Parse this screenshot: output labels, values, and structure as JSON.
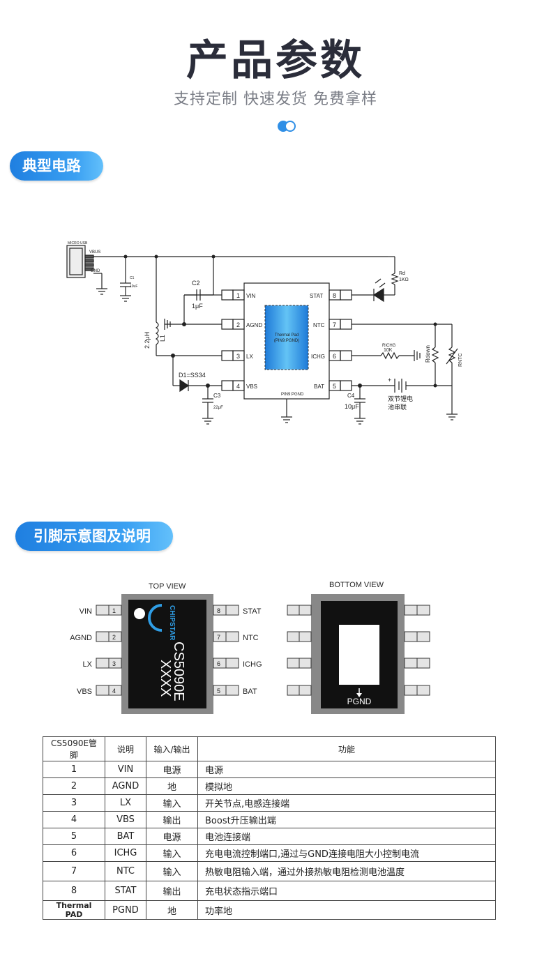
{
  "header": {
    "title": "产品参数",
    "subtitle": "支持定制 快速发货 免费拿样"
  },
  "sections": {
    "circuit": "典型电路",
    "pinout": "引脚示意图及说明"
  },
  "circuit": {
    "usb_label": "MICRO USB",
    "vbus": "VBUS",
    "gnd": "GND",
    "c1": "C1",
    "c1_val": "10uF",
    "c2": "C2",
    "c2_val": "1μF",
    "l1_val": "2.2μH",
    "l1": "L1",
    "d1": "D1=SS34",
    "c3": "C3",
    "c3_val": "22μF",
    "c4": "C4",
    "c4_val": "10μF",
    "rd": "Rd",
    "rd_val": "1KΩ",
    "richg": "RICHG",
    "richg_val": "10K",
    "rdown": "Rdown",
    "rntc": "RNTC",
    "battery_line1": "双节锂电",
    "battery_line2": "池串联",
    "thermal_line1": "Thermal Pad",
    "thermal_line2": "(PIN9:PGND)",
    "pin9": "PIN9:PGND",
    "pins": [
      {
        "num": "1",
        "name": "VIN"
      },
      {
        "num": "2",
        "name": "AGND"
      },
      {
        "num": "3",
        "name": "LX"
      },
      {
        "num": "4",
        "name": "VBS"
      },
      {
        "num": "8",
        "name": "STAT"
      },
      {
        "num": "7",
        "name": "NTC"
      },
      {
        "num": "6",
        "name": "ICHG"
      },
      {
        "num": "5",
        "name": "BAT"
      }
    ]
  },
  "package": {
    "top_view": "TOP VIEW",
    "bottom_view": "BOTTOM VIEW",
    "brand": "CHIPSTAR",
    "part": "CS5090E",
    "code": "XXXX",
    "pgnd": "PGND",
    "left_pins": [
      {
        "num": "1",
        "name": "VIN"
      },
      {
        "num": "2",
        "name": "AGND"
      },
      {
        "num": "3",
        "name": "LX"
      },
      {
        "num": "4",
        "name": "VBS"
      }
    ],
    "right_pins": [
      {
        "num": "8",
        "name": "STAT"
      },
      {
        "num": "7",
        "name": "NTC"
      },
      {
        "num": "6",
        "name": "ICHG"
      },
      {
        "num": "5",
        "name": "BAT"
      }
    ]
  },
  "table": {
    "headers": [
      "CS5090E管脚",
      "说明",
      "输入/输出",
      "功能"
    ],
    "rows": [
      [
        "1",
        "VIN",
        "电源",
        "电源"
      ],
      [
        "2",
        "AGND",
        "地",
        "模拟地"
      ],
      [
        "3",
        "LX",
        "输入",
        "开关节点,电感连接端"
      ],
      [
        "4",
        "VBS",
        "输出",
        "Boost升压输出端"
      ],
      [
        "5",
        "BAT",
        "电源",
        "电池连接端"
      ],
      [
        "6",
        "ICHG",
        "输入",
        "充电电流控制端口,通过与GND连接电阻大小控制电流"
      ],
      [
        "7",
        "NTC",
        "输入",
        "热敏电阻输入端，通过外接热敏电阻检测电池温度"
      ],
      [
        "8",
        "STAT",
        "输出",
        "充电状态指示端口"
      ],
      [
        "Thermal PAD",
        "PGND",
        "地",
        "功率地"
      ]
    ]
  },
  "colors": {
    "accent": "#2f8fe6",
    "title": "#2b2d3a",
    "thermal_pad": "#3aa0e8"
  }
}
